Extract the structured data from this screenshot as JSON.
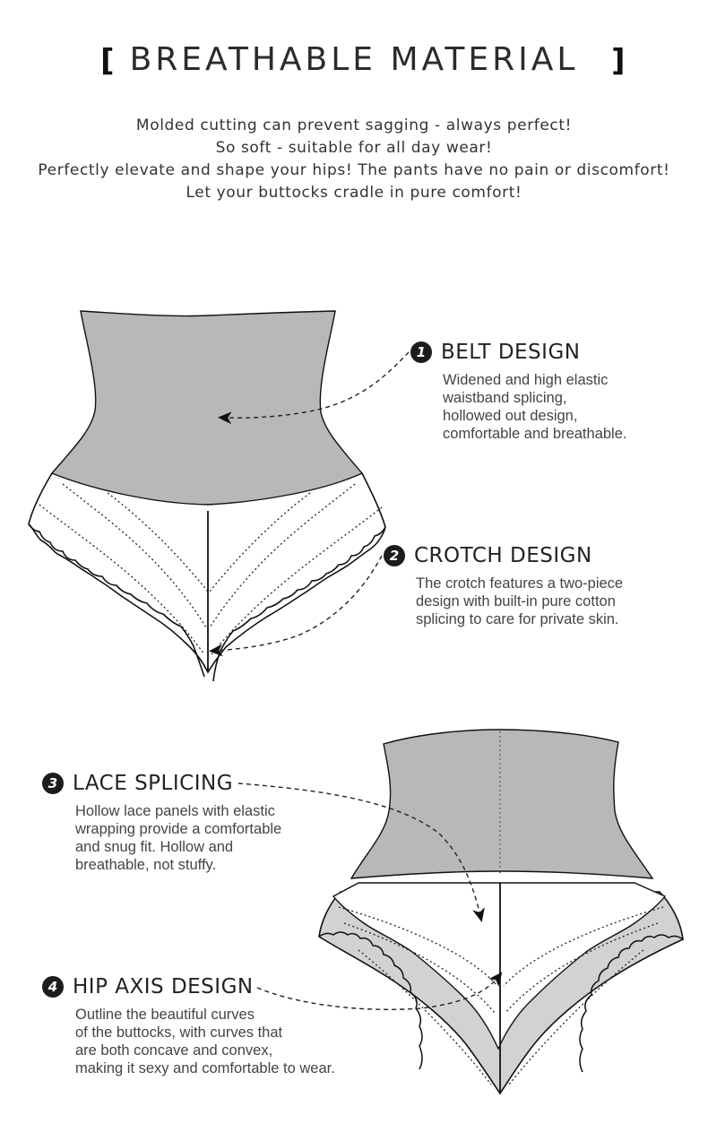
{
  "header": {
    "title": "BREATHABLE MATERIAL",
    "bracket_left": "[",
    "bracket_right": "]"
  },
  "intro": [
    "Molded cutting can prevent sagging - always perfect!",
    "So soft - suitable for all day wear!",
    "Perfectly elevate and shape your hips! The pants have no pain or discomfort!",
    "Let your buttocks cradle in pure comfort!"
  ],
  "features": [
    {
      "number": "1",
      "title": "BELT DESIGN",
      "description": [
        "Widened and high elastic",
        "waistband splicing,",
        "hollowed out design,",
        "comfortable and breathable."
      ]
    },
    {
      "number": "2",
      "title": "CROTCH DESIGN",
      "description": [
        "The crotch features a two-piece",
        "design with built-in pure cotton",
        "splicing to care for private skin."
      ]
    },
    {
      "number": "3",
      "title": "LACE SPLICING",
      "description": [
        "Hollow lace panels with elastic",
        "wrapping provide a comfortable",
        "and snug fit. Hollow and",
        "breathable, not stuffy."
      ]
    },
    {
      "number": "4",
      "title": "HIP AXIS DESIGN",
      "description": [
        "Outline the beautiful curves",
        "of the buttocks, with curves that",
        "are both concave and convex,",
        "making it sexy and comfortable to wear."
      ]
    }
  ],
  "colors": {
    "waistband_fill": "#b8b8b8",
    "lace_fill": "#d2d2d2",
    "outline": "#111111",
    "text": "#2b2b2b",
    "badge": "#1c1c1c"
  },
  "icons": [
    "front-view-illustration",
    "back-view-illustration",
    "dashed-arrow"
  ]
}
